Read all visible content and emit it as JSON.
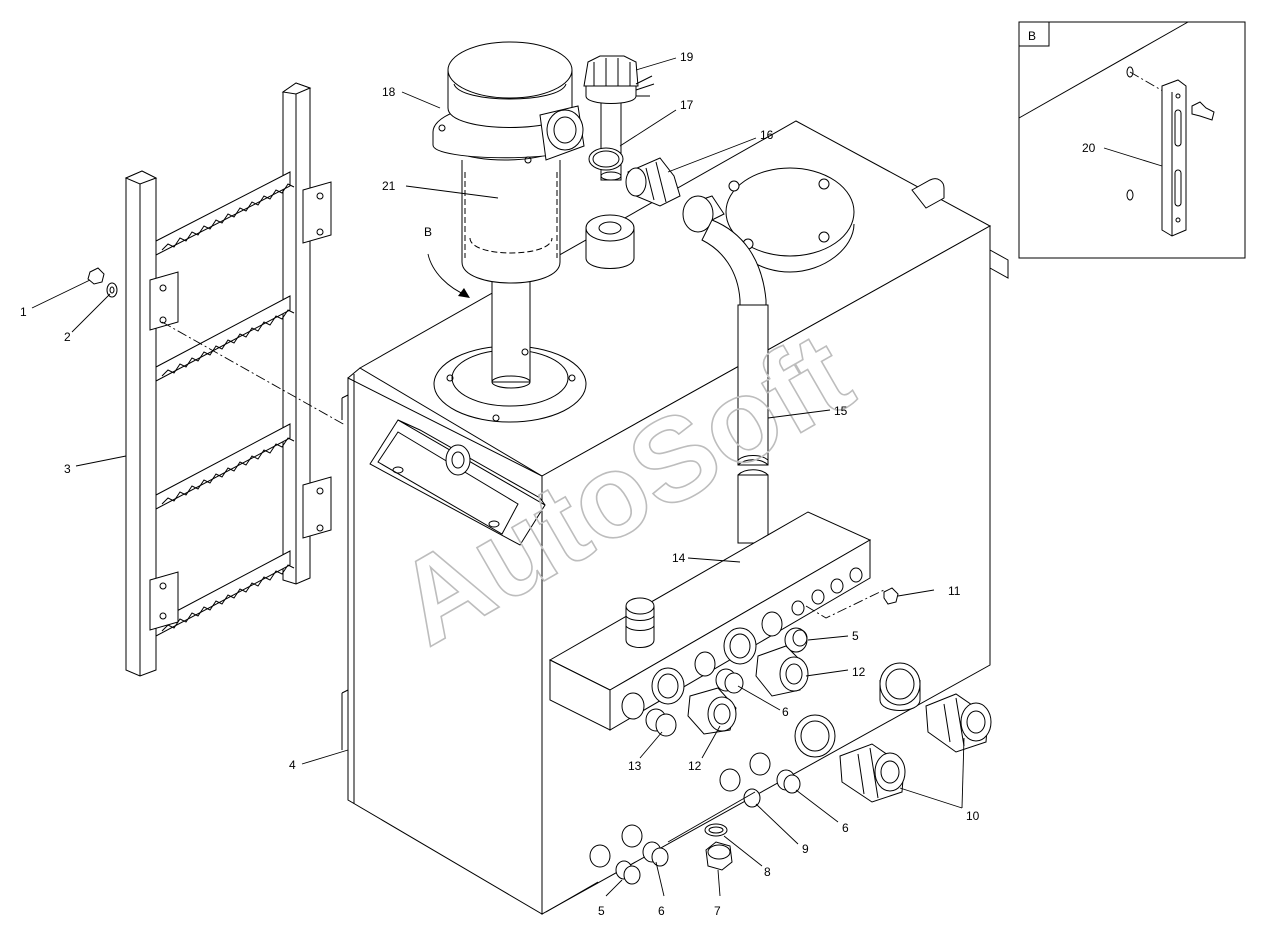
{
  "watermark": "AutoSoft",
  "inset": {
    "label": "B"
  },
  "view_marker": "B",
  "callouts": [
    {
      "id": "c1",
      "text": "1"
    },
    {
      "id": "c2",
      "text": "2"
    },
    {
      "id": "c3",
      "text": "3"
    },
    {
      "id": "c4",
      "text": "4"
    },
    {
      "id": "c5a",
      "text": "5"
    },
    {
      "id": "c5b",
      "text": "5"
    },
    {
      "id": "c6a",
      "text": "6"
    },
    {
      "id": "c6b",
      "text": "6"
    },
    {
      "id": "c6c",
      "text": "6"
    },
    {
      "id": "c7",
      "text": "7"
    },
    {
      "id": "c8",
      "text": "8"
    },
    {
      "id": "c9",
      "text": "9"
    },
    {
      "id": "c10",
      "text": "10"
    },
    {
      "id": "c11",
      "text": "11"
    },
    {
      "id": "c12a",
      "text": "12"
    },
    {
      "id": "c12b",
      "text": "12"
    },
    {
      "id": "c13",
      "text": "13"
    },
    {
      "id": "c14",
      "text": "14"
    },
    {
      "id": "c15",
      "text": "15"
    },
    {
      "id": "c16",
      "text": "16"
    },
    {
      "id": "c17",
      "text": "17"
    },
    {
      "id": "c18",
      "text": "18"
    },
    {
      "id": "c19",
      "text": "19"
    },
    {
      "id": "c20",
      "text": "20"
    },
    {
      "id": "c21",
      "text": "21"
    }
  ]
}
